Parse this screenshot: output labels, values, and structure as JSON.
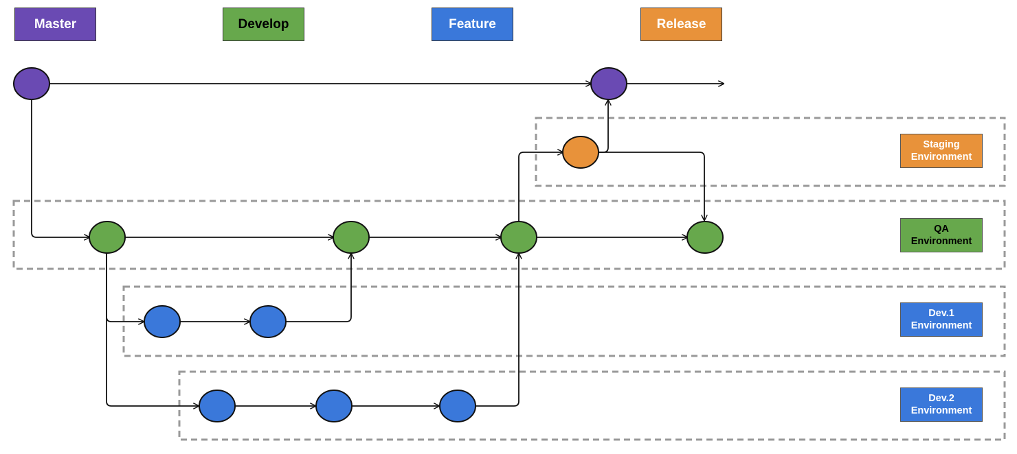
{
  "legend": [
    {
      "label": "Master",
      "color": "#6a4ab3",
      "text_color": "#ffffff"
    },
    {
      "label": "Develop",
      "color": "#67a84c",
      "text_color": "#000000"
    },
    {
      "label": "Feature",
      "color": "#3a78da",
      "text_color": "#ffffff"
    },
    {
      "label": "Release",
      "color": "#e8923a",
      "text_color": "#ffffff"
    }
  ],
  "environments": [
    {
      "label": "Staging\nEnvironment",
      "color": "#e8923a",
      "text_color": "#ffffff"
    },
    {
      "label": "QA\nEnvironment",
      "color": "#67a84c",
      "text_color": "#000000"
    },
    {
      "label": "Dev.1\nEnvironment",
      "color": "#3a78da",
      "text_color": "#ffffff"
    },
    {
      "label": "Dev.2\nEnvironment",
      "color": "#3a78da",
      "text_color": "#ffffff"
    }
  ],
  "colors": {
    "master": "#6a4ab3",
    "develop": "#67a84c",
    "feature": "#3a78da",
    "release": "#e8923a",
    "line": "#111111",
    "dashed_border": "#999999"
  }
}
